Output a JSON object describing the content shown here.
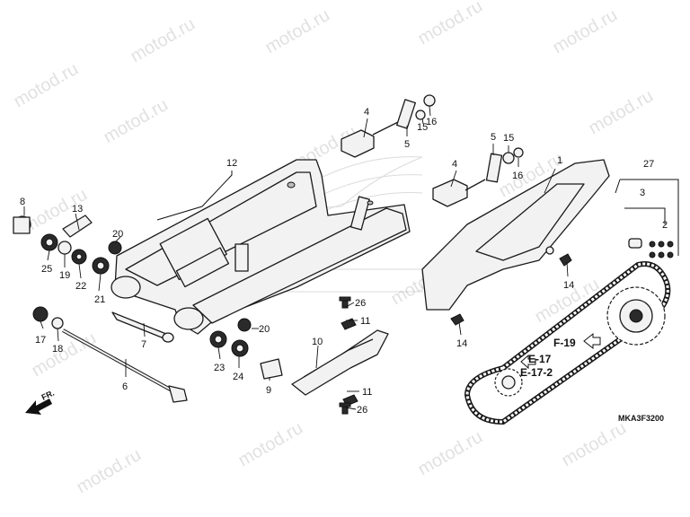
{
  "watermark": "motod.ru",
  "direction_label": "FR.",
  "diagram_code": "MKA3F3200",
  "references": {
    "f19": "F-19",
    "e17": "E-17",
    "e172": "E-17-2"
  },
  "callouts": {
    "p1": "1",
    "p2": "2",
    "p3": "3",
    "p4a": "4",
    "p4b": "4",
    "p5a": "5",
    "p5b": "5",
    "p6": "6",
    "p7": "7",
    "p8": "8",
    "p9": "9",
    "p10": "10",
    "p11a": "11",
    "p11b": "11",
    "p12": "12",
    "p13": "13",
    "p14a": "14",
    "p14b": "14",
    "p15a": "15",
    "p15b": "15",
    "p16a": "16",
    "p16b": "16",
    "p17": "17",
    "p18": "18",
    "p19": "19",
    "p20a": "20",
    "p20b": "20",
    "p21": "21",
    "p22": "22",
    "p23": "23",
    "p24": "24",
    "p25": "25",
    "p26a": "26",
    "p26b": "26",
    "p27": "27"
  }
}
